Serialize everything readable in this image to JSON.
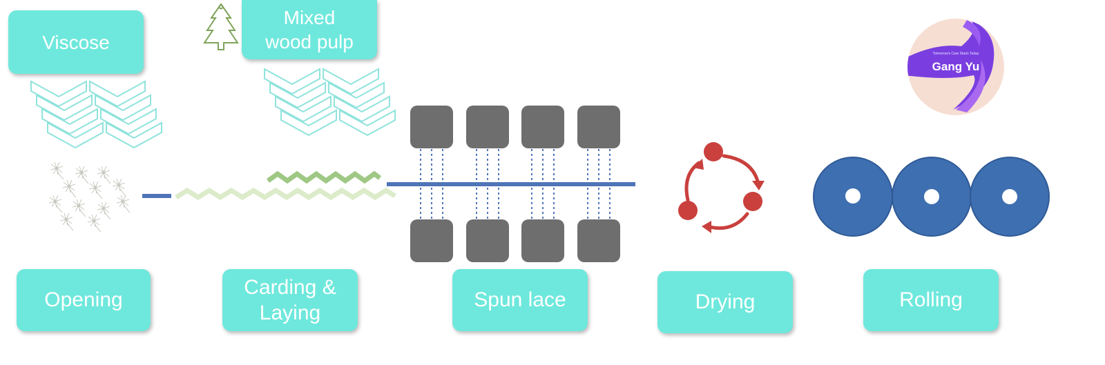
{
  "materials": {
    "viscose": "Viscose",
    "wood_pulp_line1": "Mixed",
    "wood_pulp_line2": "wood pulp"
  },
  "steps": {
    "opening": "Opening",
    "carding_line1": "Carding &",
    "carding_line2": "Laying",
    "spunlace": "Spun lace",
    "drying": "Drying",
    "rolling": "Rolling"
  },
  "logo": {
    "tagline": "Tomorrow's Care Starts Today",
    "name": "Gang Yu"
  },
  "colors": {
    "label_box": "#6ee8dc",
    "fiber_line": "#4f74b8",
    "roller_block": "#6e6e6e",
    "drying_red": "#c9403d",
    "roll_blue": "#3e6fb0",
    "logo_purple": "#7a3ee0"
  },
  "icons": [
    "tree-icon",
    "chevron-stack-icon",
    "dandelion-fibers-icon",
    "zigzag-web-icon",
    "recycle-arrows-icon",
    "roll-icon"
  ]
}
